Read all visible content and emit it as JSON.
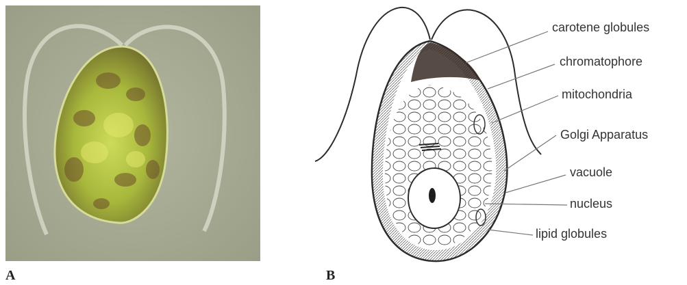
{
  "panels": [
    {
      "letter": "A"
    },
    {
      "letter": "B"
    }
  ],
  "labels": [
    "carotene globules",
    "chromatophore",
    "mitochondria",
    "Golgi Apparatus",
    "vacuole",
    "nucleus",
    "lipid globules"
  ],
  "colors": {
    "micrograph_background": "#a7ab93",
    "cell_green": "#b6c94a",
    "cell_brown": "#6b4e2a",
    "drawing_ink": "#2b2b2b"
  }
}
